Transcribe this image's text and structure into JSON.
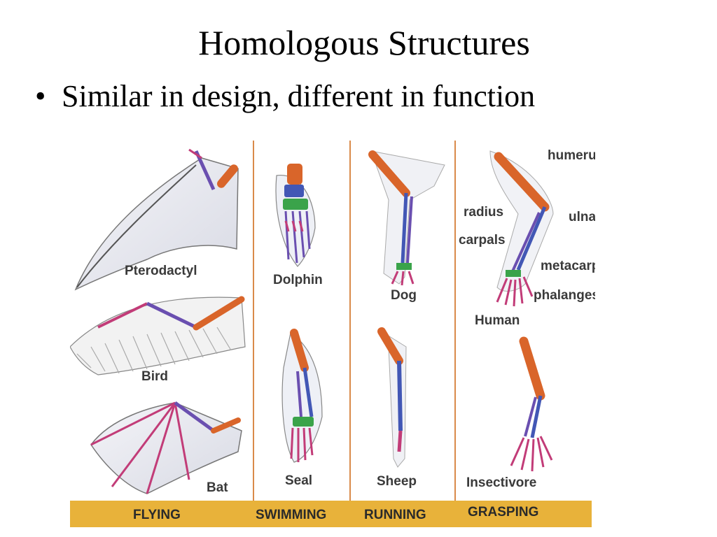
{
  "slide": {
    "title": "Homologous Structures",
    "bullet": "•",
    "subtitle": "Similar in design, different in function"
  },
  "figure": {
    "animals": {
      "pterodactyl": "Pterodactyl",
      "bird": "Bird",
      "bat": "Bat",
      "dolphin": "Dolphin",
      "seal": "Seal",
      "dog": "Dog",
      "sheep": "Sheep",
      "human": "Human",
      "insectivore": "Insectivore"
    },
    "bones": {
      "humerus": "humerus",
      "radius": "radius",
      "ulna": "ulna",
      "carpals": "carpals",
      "metacarpals": "metacarpals",
      "phalanges": "phalanges"
    },
    "categories": {
      "flying": "FLYING",
      "swimming": "SWIMMING",
      "running": "RUNNING",
      "grasping": "GRASPING"
    },
    "colors": {
      "humerus": "#d9652a",
      "radius": "#6a4fb0",
      "ulna": "#4257b5",
      "carpals": "#3aa34a",
      "phalanges": "#c23c78",
      "bar": "#e8b23a",
      "divider": "#d98a4a"
    }
  }
}
